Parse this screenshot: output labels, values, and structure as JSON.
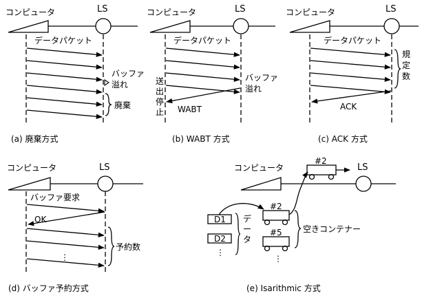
{
  "computer_label": "コンピュータ",
  "ls_label": "LS",
  "panels": {
    "a": {
      "packet_label": "データパケット",
      "overflow_label_1": "バッファ",
      "overflow_label_2": "溢れ",
      "discard_label": "廃棄",
      "caption": "(a) 廃棄方式"
    },
    "b": {
      "packet_label": "データパケット",
      "overflow_label_1": "バッファ",
      "overflow_label_2": "溢れ",
      "stop_label_chars": [
        "送",
        "出",
        "停",
        "止"
      ],
      "wabt_label": "WABT",
      "caption": "(b) WABT 方式"
    },
    "c": {
      "packet_label": "データパケット",
      "count_label_chars": [
        "規",
        "定",
        "数"
      ],
      "ack_label": "ACK",
      "caption": "(c) ACK 方式"
    },
    "d": {
      "request_label": "バッファ要求",
      "ok_label": "OK",
      "dots": "⋮",
      "reserve_label": "予約数",
      "caption": "(d) バッファ予約方式"
    },
    "e": {
      "container_top": "#2",
      "container_mid": "#2",
      "container_low": "#5",
      "data_1": "D1",
      "data_2": "D2",
      "data_dots": "⋮",
      "low_dots": "⋮",
      "data_brace_chars": [
        "デ",
        "ー",
        "タ"
      ],
      "empty_label": "空きコンテナー",
      "caption": "(e) Isarithmic 方式"
    }
  }
}
